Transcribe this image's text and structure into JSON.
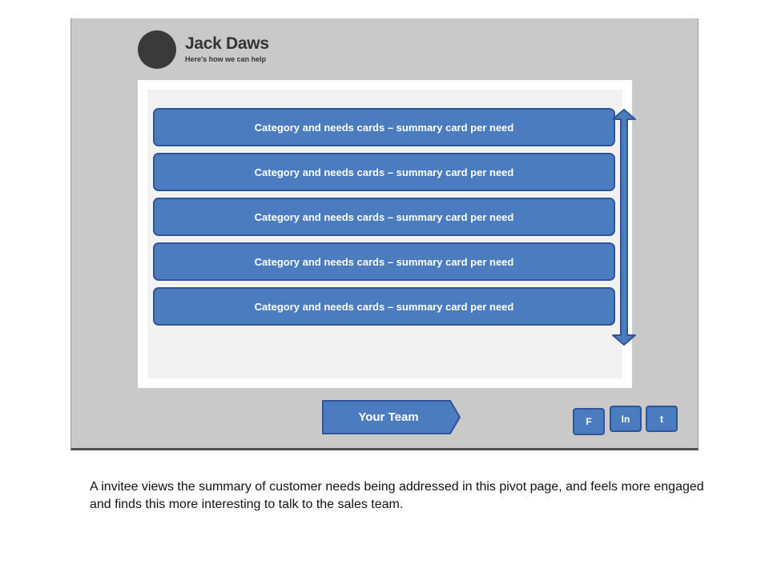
{
  "profile": {
    "name": "Jack Daws",
    "tagline": "Here's how we can help"
  },
  "cards": [
    {
      "label": "Category and needs cards – summary card per need"
    },
    {
      "label": "Category and needs cards – summary card per need"
    },
    {
      "label": "Category and needs cards – summary card per need"
    },
    {
      "label": "Category and needs cards – summary card per need"
    },
    {
      "label": "Category and needs cards – summary card per need"
    }
  ],
  "team_button": {
    "label": "Your Team"
  },
  "social": [
    {
      "label": "F",
      "icon": "facebook-icon"
    },
    {
      "label": "In",
      "icon": "linkedin-icon"
    },
    {
      "label": "t",
      "icon": "twitter-icon"
    }
  ],
  "caption": "A invitee views the summary of customer needs being addressed in this pivot page, and feels more engaged and finds this more interesting to talk to the sales team.",
  "colors": {
    "card_fill": "#4a7cbf",
    "card_border": "#2f5597",
    "frame_bg": "#c9c9c9",
    "panel_bg": "#f2f2f2"
  }
}
